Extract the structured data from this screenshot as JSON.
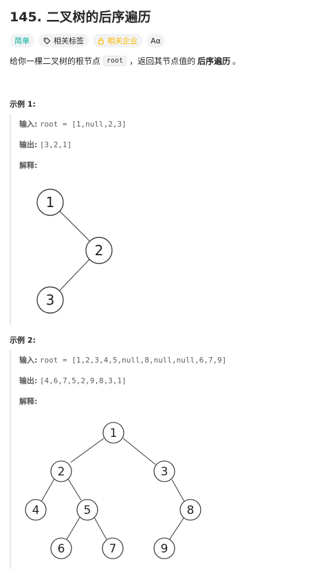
{
  "problem": {
    "title": "145. 二叉树的后序遍历",
    "tags": {
      "difficulty": "简单",
      "topics": "相关标签",
      "company": "相关企业",
      "font": "Aα"
    },
    "description": {
      "prefix": "给你一棵二叉树的根节点",
      "code": "root",
      "middle": "，返回其节点值的",
      "bold": "后序遍历",
      "suffix": "。"
    }
  },
  "examples": [
    {
      "title": "示例 1:",
      "input_label": "输入:",
      "input_value": "root = [1,null,2,3]",
      "output_label": "输出:",
      "output_value": "[3,2,1]",
      "explain_label": "解释:",
      "tree_nodes": [
        "1",
        "2",
        "3"
      ]
    },
    {
      "title": "示例 2:",
      "input_label": "输入:",
      "input_value": "root = [1,2,3,4,5,null,8,null,null,6,7,9]",
      "output_label": "输出:",
      "output_value": "[4,6,7,5,2,9,8,3,1]",
      "explain_label": "解释:",
      "tree_nodes": [
        "1",
        "2",
        "3",
        "4",
        "5",
        "8",
        "6",
        "7",
        "9"
      ]
    }
  ],
  "colors": {
    "easy": "#00af9b",
    "company": "#ffb800",
    "text": "#262626",
    "muted": "#5c5c5c"
  }
}
